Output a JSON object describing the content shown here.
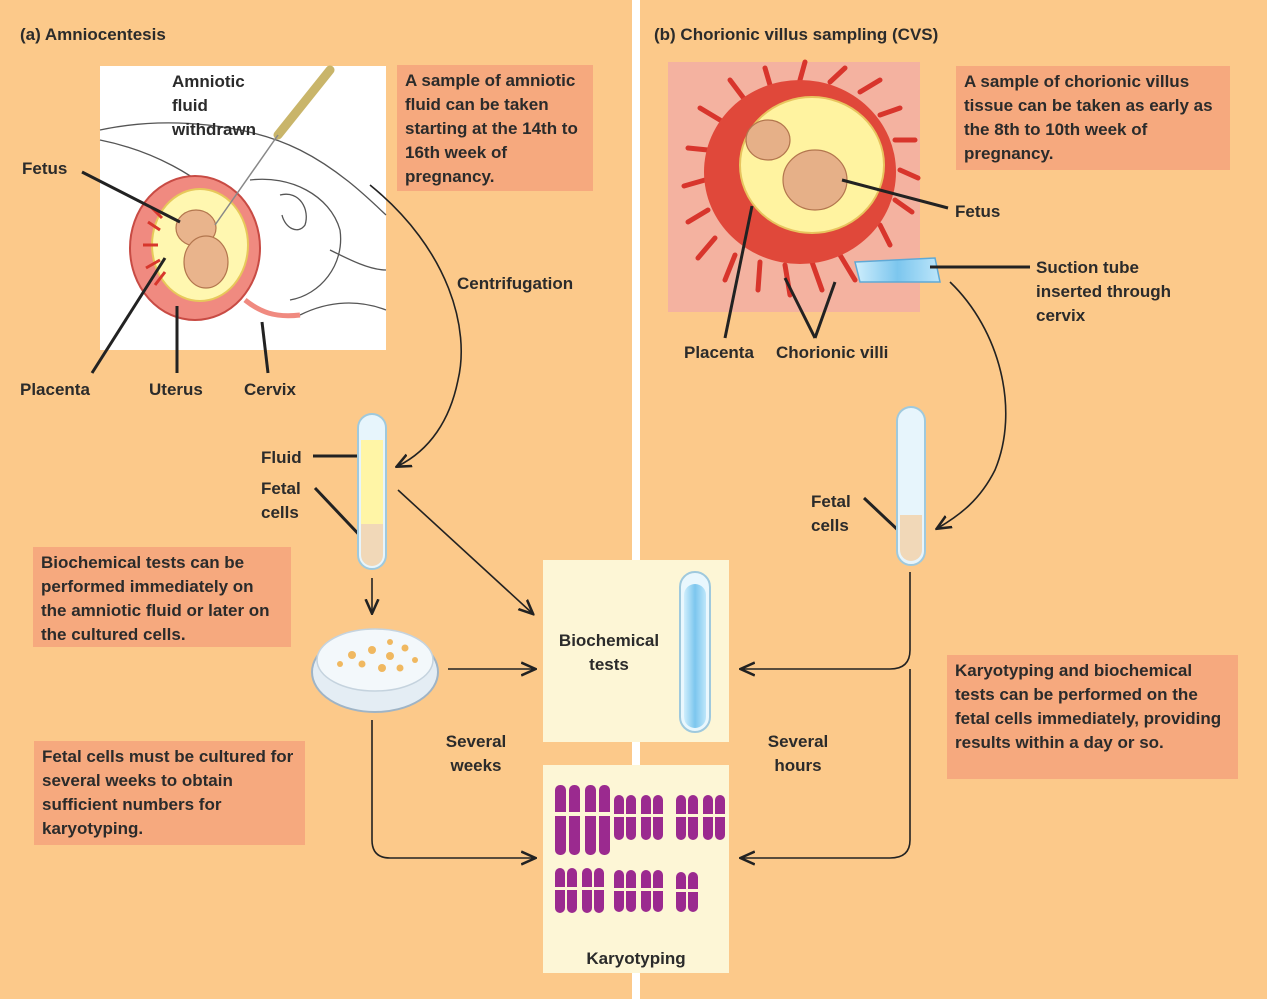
{
  "panel_a": {
    "title": "(a) Amniocentesis",
    "amniotic_label": "Amniotic\nfluid\nwithdrawn",
    "fetus": "Fetus",
    "placenta": "Placenta",
    "uterus": "Uterus",
    "cervix": "Cervix",
    "note_sample": "A sample of amniotic fluid can be taken starting at the 14th to 16th week of pregnancy.",
    "centrifugation": "Centrifugation",
    "fluid": "Fluid",
    "fetal_cells": "Fetal\ncells",
    "note_biochem": "Biochemical tests can be performed immediately on the amniotic fluid or later on the cultured cells.",
    "note_culture": "Fetal cells must be cultured for several weeks to obtain sufficient numbers for karyotyping.",
    "several_weeks": "Several\nweeks"
  },
  "panel_b": {
    "title": "(b) Chorionic villus sampling (CVS)",
    "note_sample": "A sample of chorionic villus tissue can be taken as early as the 8th to 10th week of pregnancy.",
    "fetus": "Fetus",
    "suction": "Suction tube\ninserted through\ncervix",
    "placenta": "Placenta",
    "villi": "Chorionic villi",
    "fetal_cells": "Fetal\ncells",
    "note_karyo": "Karyotyping and biochemical tests can be performed on the fetal cells immediately, providing results within a day or so.",
    "several_hours": "Several\nhours"
  },
  "center": {
    "biochem": "Biochemical\ntests",
    "karyotyping": "Karyotyping"
  },
  "colors": {
    "background": "#fcc98a",
    "note": "#f6a97e",
    "result_box": "#fdf6d6",
    "chromosome": "#9b2a8f",
    "tissue": "#e0483a",
    "fluid": "#fff3a0",
    "tube_blue": "#8fd0f0"
  }
}
